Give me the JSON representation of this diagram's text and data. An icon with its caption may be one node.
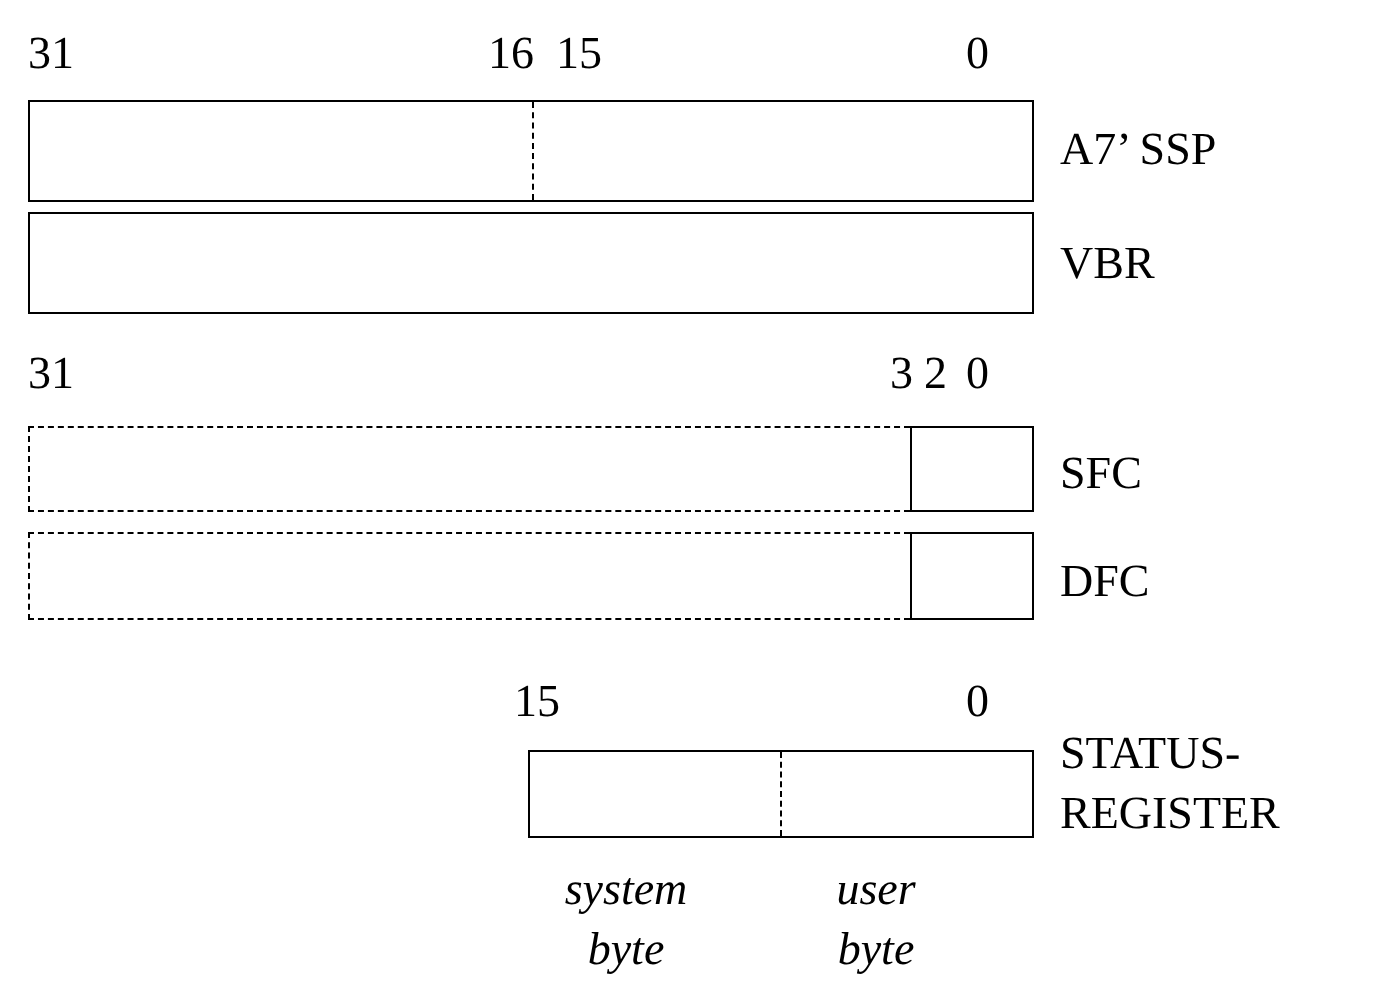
{
  "diagram": {
    "nodes": [
      {
        "text": [],
        "shape": "box",
        "beside": [
          "A7’ SSP"
        ]
      },
      {
        "text": [],
        "shape": "box",
        "beside": [
          "VBR"
        ]
      },
      {
        "text": [],
        "shape": "box"
      },
      {
        "text": [],
        "shape": "box",
        "beside": [
          "SFC"
        ]
      },
      {
        "text": [],
        "shape": "box"
      },
      {
        "text": [],
        "shape": "box",
        "beside": [
          "DFC"
        ]
      },
      {
        "text": [],
        "shape": "box",
        "beside": [
          "STATUS- REGISTER"
        ]
      }
    ],
    "labels": [
      "31",
      "16",
      "15",
      "0",
      "31",
      "3",
      "2",
      "0",
      "15",
      "0",
      "system byte",
      "user byte"
    ]
  }
}
